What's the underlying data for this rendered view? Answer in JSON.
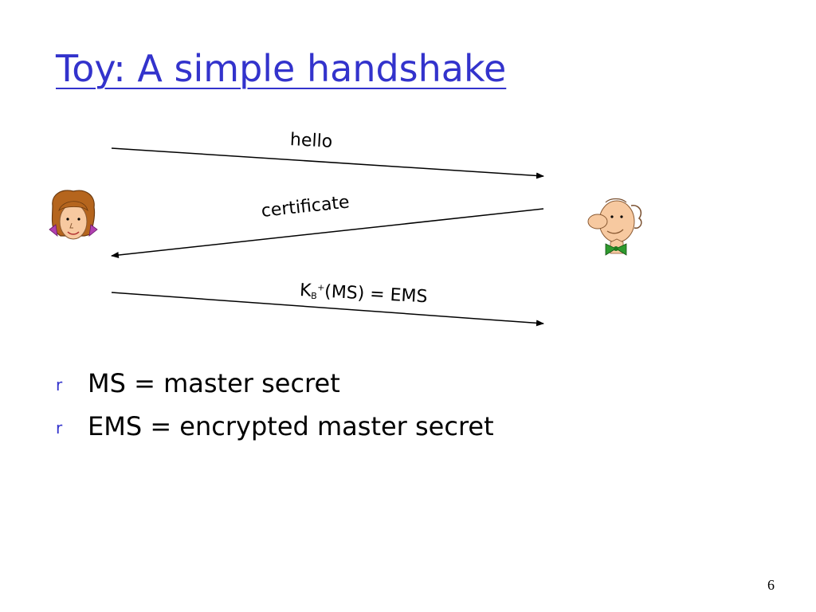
{
  "slide": {
    "title": "Toy: A simple handshake",
    "page_number": "6"
  },
  "diagram": {
    "messages": [
      {
        "label": "hello",
        "direction": "alice-to-bob"
      },
      {
        "label": "certificate",
        "direction": "bob-to-alice"
      },
      {
        "label_prefix": "K",
        "label_subscript": "B",
        "label_superscript": "+",
        "label_suffix": "(MS) = EMS",
        "direction": "alice-to-bob"
      }
    ],
    "participants": [
      {
        "icon": "alice-icon"
      },
      {
        "icon": "bob-icon"
      }
    ]
  },
  "bullets": [
    {
      "marker": "r",
      "text": "MS = master secret"
    },
    {
      "marker": "r",
      "text": "EMS = encrypted master secret"
    }
  ],
  "colors": {
    "title": "#3333cc",
    "bullet_marker": "#3333cc",
    "text": "#000000"
  }
}
